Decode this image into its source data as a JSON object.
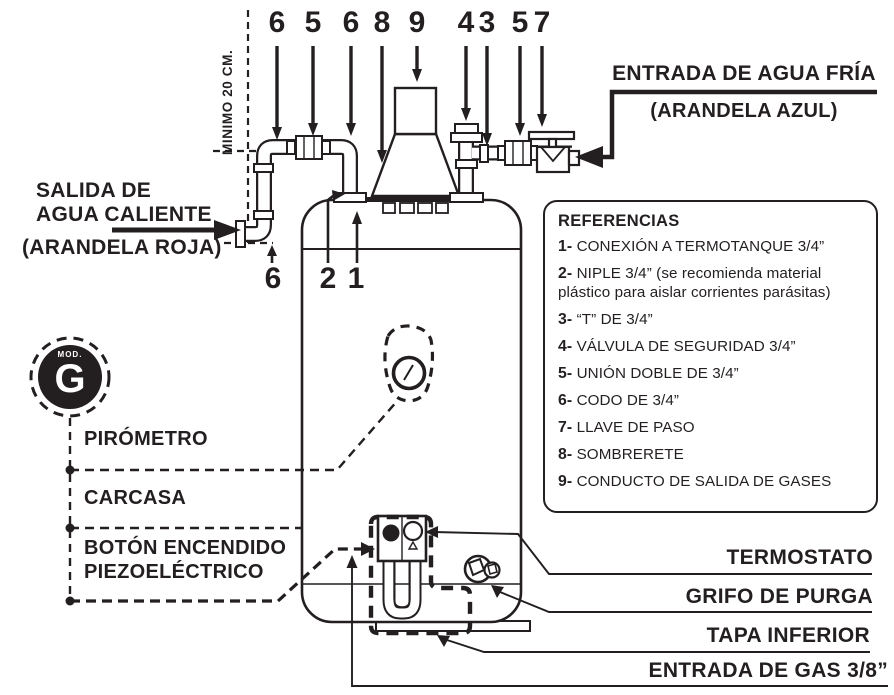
{
  "diagram": {
    "min_clearance_label": "MINIMO 20 CM.",
    "top_numbers": [
      "6",
      "5",
      "6",
      "8",
      "9",
      "4",
      "3",
      "5",
      "7"
    ],
    "inline_numbers": {
      "outlet_elbow": "6",
      "niple": "2",
      "connection": "1"
    },
    "hot_water_outlet": {
      "line1": "SALIDA DE",
      "line2": "AGUA CALIENTE",
      "washer_note": "(ARANDELA ROJA)"
    },
    "cold_water_inlet": {
      "label": "ENTRADA DE AGUA FRÍA",
      "washer_note": "(ARANDELA AZUL)"
    },
    "model_badge": {
      "prefix": "MOD.",
      "letter": "G"
    },
    "part_labels": {
      "pyrometer": "PIRÓMETRO",
      "casing": "CARCASA",
      "ignition_line1": "BOTÓN ENCENDIDO",
      "ignition_line2": "PIEZOELÉCTRICO",
      "thermostat": "TERMOSTATO",
      "drain_tap": "GRIFO DE PURGA",
      "bottom_cover": "TAPA INFERIOR",
      "gas_inlet": "ENTRADA DE GAS 3/8”"
    }
  },
  "references": {
    "title": "REFERENCIAS",
    "items": [
      {
        "num": "1-",
        "text": "CONEXIÓN A TERMOTANQUE 3/4”"
      },
      {
        "num": "2-",
        "text": "NIPLE 3/4” (se recomienda material plástico para aislar corrientes parásitas)"
      },
      {
        "num": "3-",
        "text": "“T” DE 3/4”"
      },
      {
        "num": "4-",
        "text": "VÁLVULA DE SEGURIDAD 3/4”"
      },
      {
        "num": "5-",
        "text": "UNIÓN DOBLE DE 3/4”"
      },
      {
        "num": "6-",
        "text": "CODO DE 3/4”"
      },
      {
        "num": "7-",
        "text": "LLAVE DE PASO"
      },
      {
        "num": "8-",
        "text": "SOMBRERETE"
      },
      {
        "num": "9-",
        "text": "CONDUCTO DE SALIDA DE GASES"
      }
    ]
  },
  "colors": {
    "ink": "#231f20",
    "background": "#ffffff"
  }
}
